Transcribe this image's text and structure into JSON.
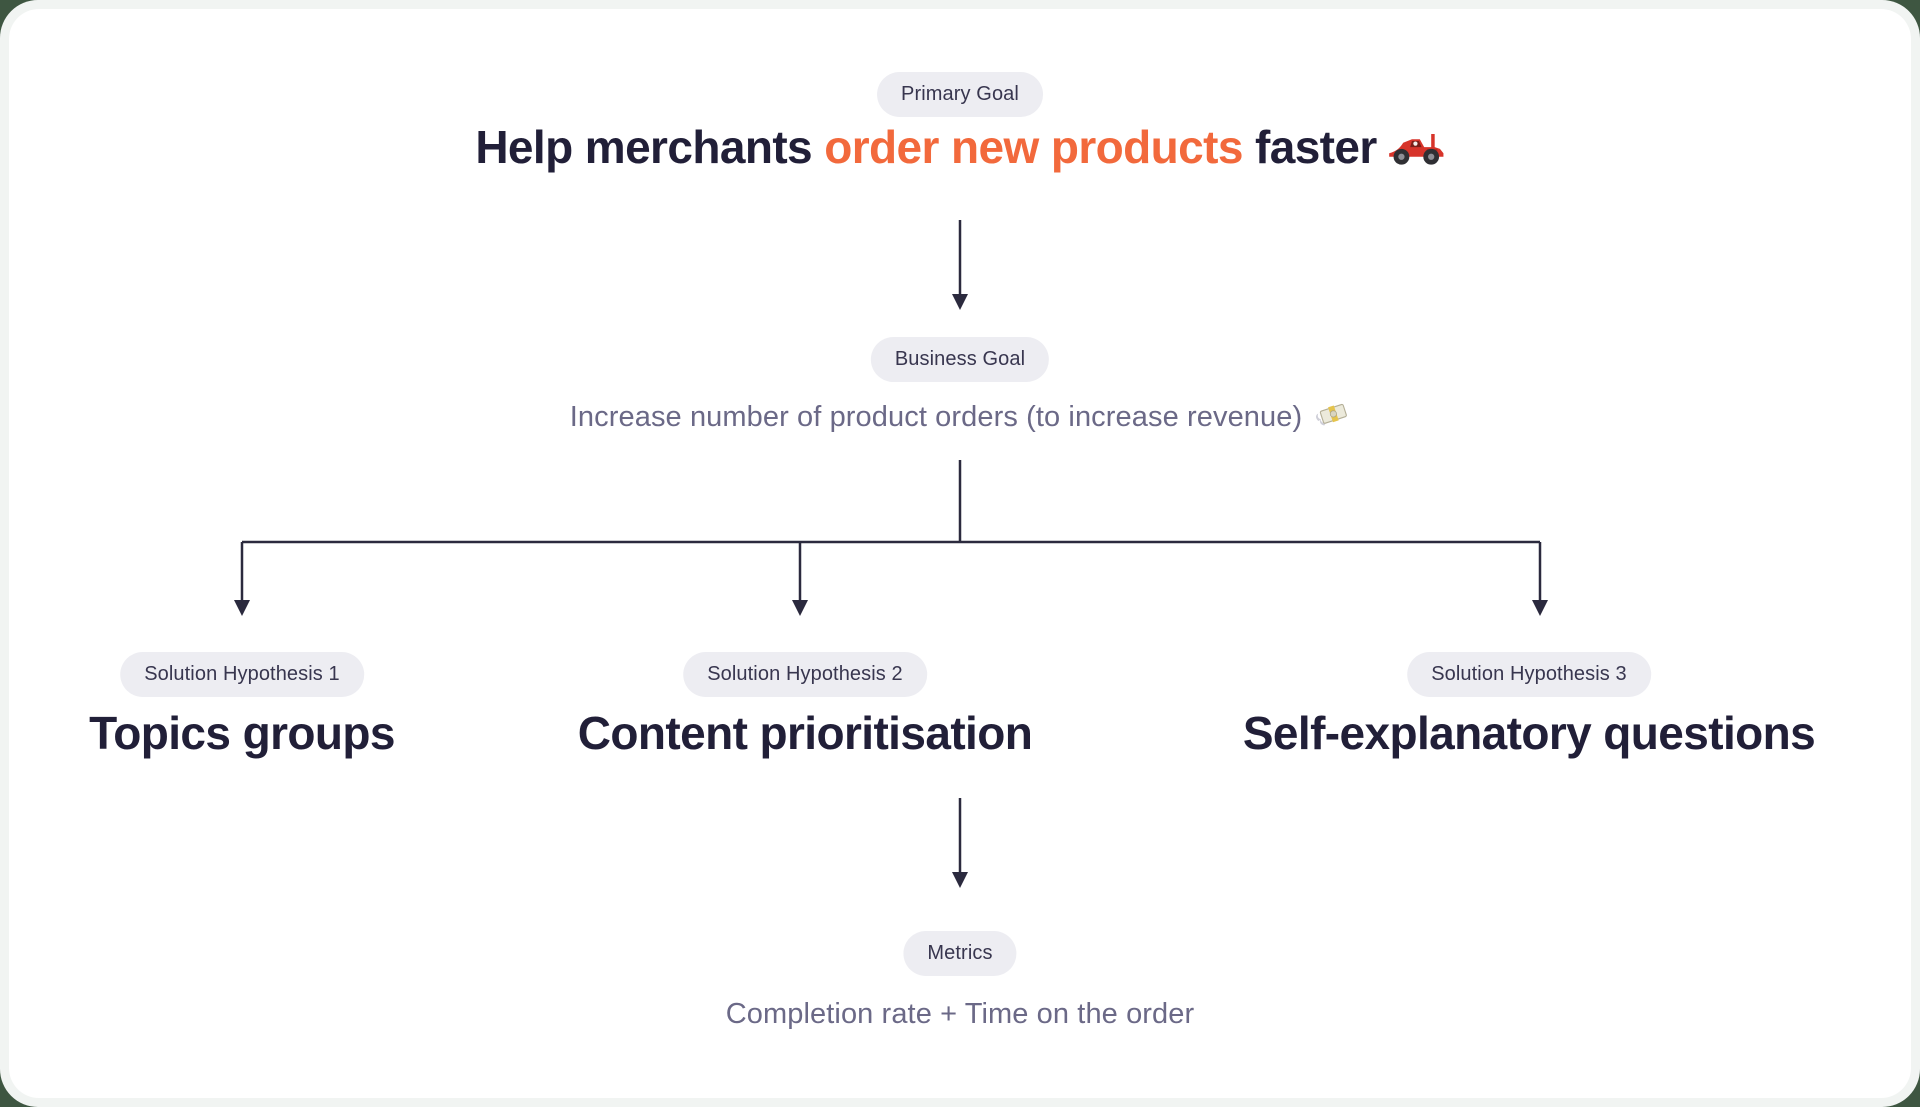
{
  "colors": {
    "page_background": "#3E5641",
    "frame_ring": "#F1F4F2",
    "card_background": "#FFFFFF",
    "badge_background": "#EDEDF2",
    "heading_text": "#211F38",
    "accent_orange": "#F2693C",
    "muted_purple": "#6B6987",
    "arrow": "#2B2A3E"
  },
  "primary_goal": {
    "badge": "Primary Goal",
    "title_prefix": "Help merchants ",
    "title_highlight": "order new products",
    "title_suffix": " faster",
    "icon": "racing-car-icon"
  },
  "business_goal": {
    "badge": "Business Goal",
    "text": "Increase number of product orders (to increase revenue)",
    "icon": "money-with-wings-icon"
  },
  "solutions": [
    {
      "badge": "Solution Hypothesis 1",
      "title": "Topics groups"
    },
    {
      "badge": "Solution Hypothesis 2",
      "title": "Content prioritisation"
    },
    {
      "badge": "Solution Hypothesis 3",
      "title": "Self-explanatory questions"
    }
  ],
  "metrics": {
    "badge": "Metrics",
    "text": "Completion rate + Time on the order"
  }
}
